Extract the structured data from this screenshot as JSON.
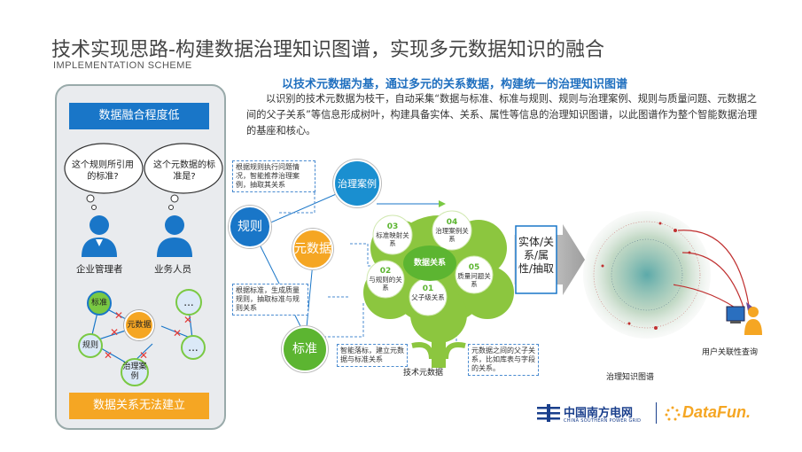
{
  "header": {
    "title": "技术实现思路-构建数据治理知识图谱，实现多元数据知识的融合",
    "subtitle": "IMPLEMENTATION SCHEME",
    "headline": "以技术元数据为基，通过多元的关系数据，构建统一的治理知识图谱",
    "intro": "以识别的技术元数据为枝干，自动采集“数据与标准、标准与规则、规则与治理案例、规则与质量问题、元数据之间的父子关系”等信息形成树叶，构建具备实体、关系、属性等信息的治理知识图谱，以此图谱作为整个智能数据治理的基座和核心。"
  },
  "left_panel": {
    "top_banner": "数据融合程度低",
    "cloud_manager": "这个规则所引用的标准?",
    "cloud_business": "这个元数据的标准是?",
    "person_manager": "企业管理者",
    "person_business": "业务人员",
    "node_standard": "标准",
    "node_metadata": "元数据",
    "node_rule": "规则",
    "node_case": "治理案例",
    "node_dots_1": "...",
    "node_dots_2": "...",
    "bottom_banner": "数据关系无法建立"
  },
  "middle": {
    "circle_case": "治理案例",
    "circle_rule": "规则",
    "circle_metadata": "元数据",
    "circle_standard": "标准",
    "note_rule_case": "根据规则执行问题情况，智能推荐治理案例，抽取其关系",
    "note_rule_std": "根据标准，生成质量规则，抽取标准与规则关系",
    "note_std_meta": "智能落标，建立元数据与标准关系",
    "note_parent": "元数据之间的父子关系，比如库表与字段的关系。",
    "tree_center": "数据关系",
    "leaf_03_num": "03",
    "leaf_03_text": "标准映射关系",
    "leaf_04_num": "04",
    "leaf_04_text": "治理案例关系",
    "leaf_02_num": "02",
    "leaf_02_text": "与规则的关系",
    "leaf_05_num": "05",
    "leaf_05_text": "质量问题关系",
    "leaf_01_num": "01",
    "leaf_01_text": "父子级关系",
    "tree_caption": "技术元数据"
  },
  "right": {
    "arrow_text": "实体/关系/属性/抽取",
    "graph_caption": "治理知识图谱",
    "user_caption": "用户关联性查询"
  },
  "footer": {
    "logo_csg_cn": "中国南方电网",
    "logo_csg_en": "CHINA SOUTHERN POWER GRID",
    "logo_datafun": "DataFun."
  },
  "colors": {
    "blue": "#1976c8",
    "teal": "#1a8fd0",
    "orange": "#f5a623",
    "green": "#5cb531",
    "tree_green": "#8cc63f"
  }
}
